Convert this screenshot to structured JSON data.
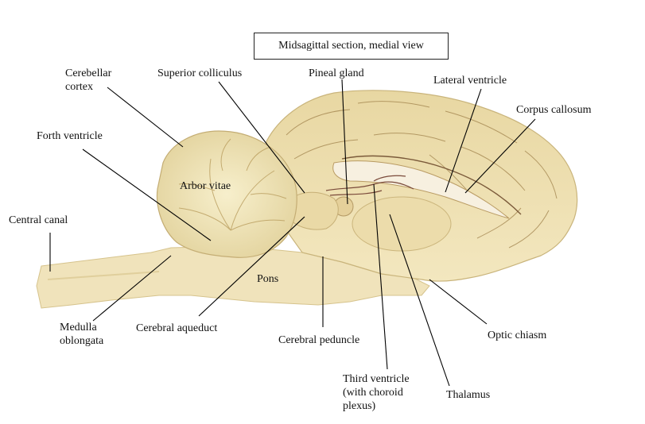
{
  "title": "Midsagittal section, medial view",
  "labels": {
    "cerebellar_cortex": "Cerebellar\ncortex",
    "superior_colliculus": "Superior colliculus",
    "pineal_gland": "Pineal gland",
    "lateral_ventricle": "Lateral ventricle",
    "corpus_callosum": "Corpus callosum",
    "forth_ventricle": "Forth ventricle",
    "arbor_vitae": "Arbor vitae",
    "central_canal": "Central canal",
    "pons": "Pons",
    "medulla_oblongata": "Medulla\noblongata",
    "cerebral_aqueduct": "Cerebral aqueduct",
    "cerebral_peduncle": "Cerebral peduncle",
    "optic_chiasm": "Optic chiasm",
    "third_ventricle": "Third ventricle\n(with choroid\nplexus)",
    "thalamus": "Thalamus"
  },
  "colors": {
    "tissue": "#efe3b8",
    "tissue_shadow": "#d9c58f",
    "gyri_lines": "#8a6d3b",
    "vessels": "#7a4a3a",
    "ventricle": "#f6efe0"
  }
}
